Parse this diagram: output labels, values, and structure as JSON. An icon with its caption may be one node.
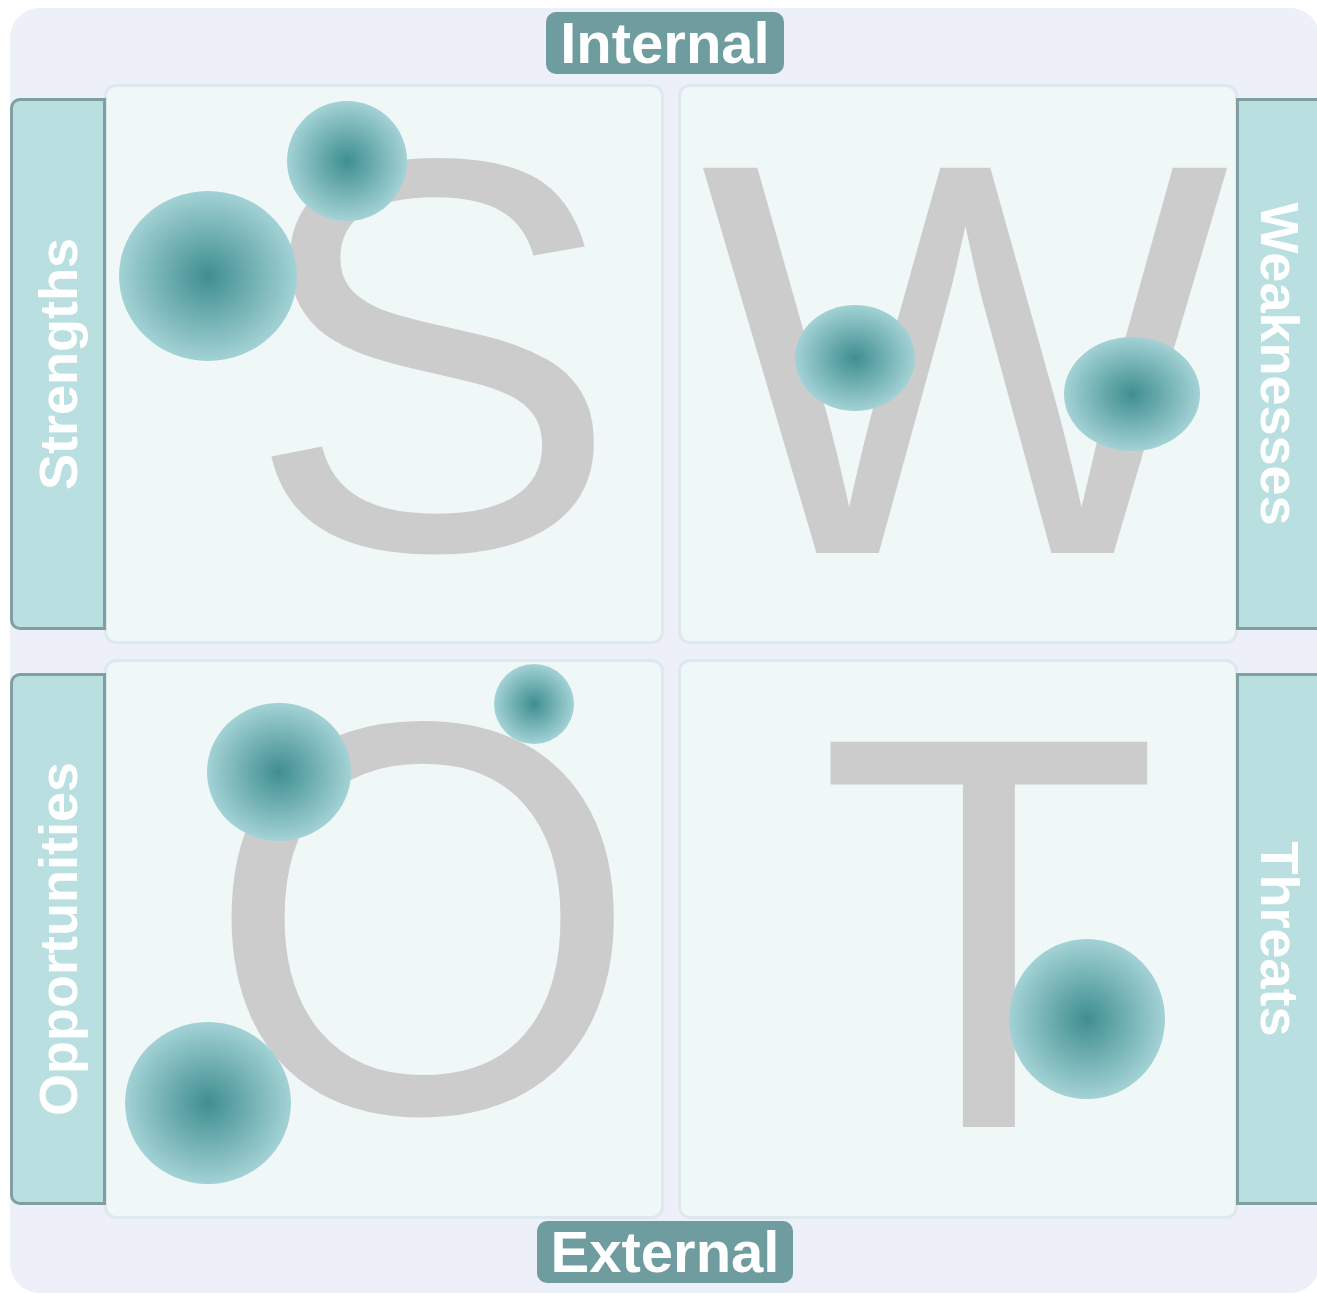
{
  "diagram": {
    "nodes": [
      {
        "text": [
          "Internal",
          "External"
        ]
      },
      {
        "text": [
          "Strengths"
        ],
        "in": 0
      },
      {
        "text": [
          "S"
        ],
        "in": 0
      },
      {
        "text": [
          "W"
        ],
        "in": 0
      },
      {
        "text": [
          "Weaknesses"
        ],
        "in": 0
      },
      {
        "text": [
          "Opportunities"
        ],
        "in": 0
      },
      {
        "text": [
          "O"
        ],
        "in": 0
      },
      {
        "text": [
          "T"
        ],
        "in": 0
      },
      {
        "text": [
          "Threats"
        ],
        "in": 0
      }
    ]
  }
}
